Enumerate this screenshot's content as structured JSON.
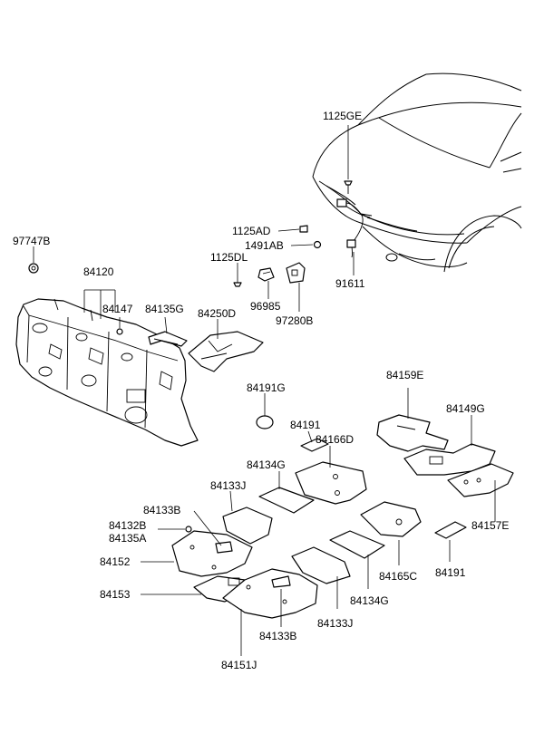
{
  "labels": {
    "p1125GE": "1125GE",
    "p1125AD": "1125AD",
    "p1491AB": "1491AB",
    "p91611": "91611",
    "p1125DL": "1125DL",
    "p96985": "96985",
    "p97280B": "97280B",
    "p97747B": "97747B",
    "p84120": "84120",
    "p84147": "84147",
    "p84135G": "84135G",
    "p84250D": "84250D",
    "p84191G": "84191G",
    "p84159E": "84159E",
    "p84149G": "84149G",
    "p84191a": "84191",
    "p84166D": "84166D",
    "p84134Ga": "84134G",
    "p84133Ja": "84133J",
    "p84133Ba": "84133B",
    "p84132B": "84132B",
    "p84135A": "84135A",
    "p84152": "84152",
    "p84153": "84153",
    "p84157E": "84157E",
    "p84191b": "84191",
    "p84165C": "84165C",
    "p84134Gb": "84134G",
    "p84133Jb": "84133J",
    "p84133Bb": "84133B",
    "p84151J": "84151J"
  }
}
